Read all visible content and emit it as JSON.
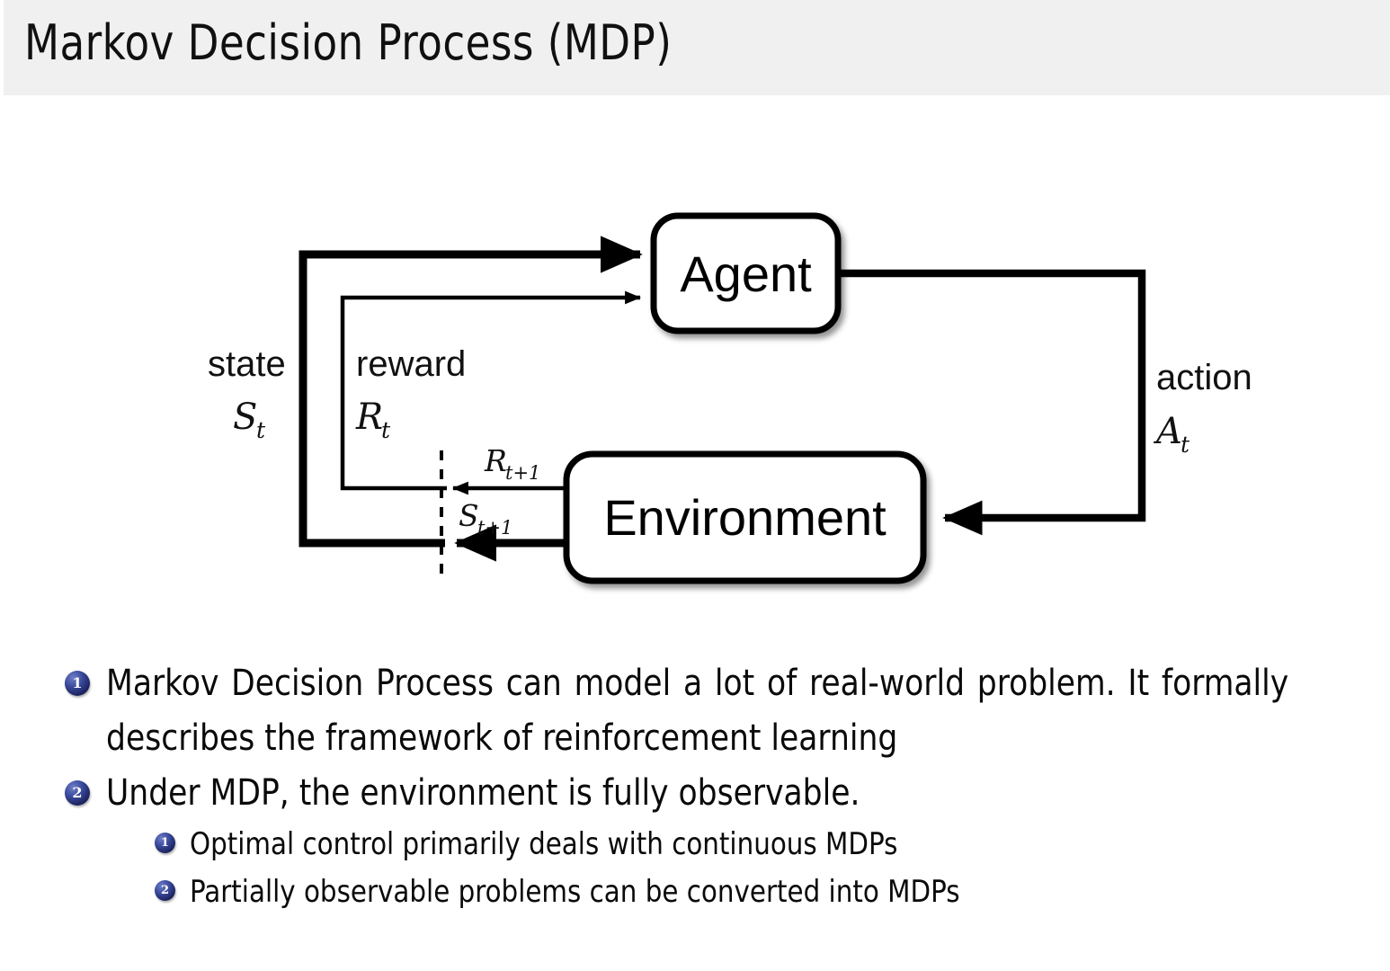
{
  "slide": {
    "title": "Markov Decision Process (MDP)",
    "header_bg": "#f0f0f0",
    "body_bg": "#ffffff",
    "text_color": "#0a0a0a"
  },
  "diagram": {
    "name": "agent-environment-interaction-loop",
    "nodes": [
      {
        "id": "agent",
        "label": "Agent"
      },
      {
        "id": "environment",
        "label": "Environment"
      }
    ],
    "edges": [
      {
        "id": "state",
        "word": "state",
        "symbol": "S",
        "subscript": "t",
        "from": "environment",
        "to": "agent"
      },
      {
        "id": "reward",
        "word": "reward",
        "symbol": "R",
        "subscript": "t",
        "from": "environment",
        "to": "agent"
      },
      {
        "id": "action",
        "word": "action",
        "symbol": "A",
        "subscript": "t",
        "from": "agent",
        "to": "environment"
      },
      {
        "id": "next-reward",
        "symbol": "R",
        "subscript": "t+1",
        "from": "environment",
        "to": "time-boundary"
      },
      {
        "id": "next-state",
        "symbol": "S",
        "subscript": "t+1",
        "from": "environment",
        "to": "time-boundary"
      }
    ],
    "time_boundary": "dashed-vertical-line",
    "stroke_color": "#000000",
    "fill_color": "#ffffff"
  },
  "bullets": [
    {
      "level": 1,
      "number": "1",
      "text": "Markov Decision Process can model a lot of real-world problem. It formally describes the framework of reinforcement learning"
    },
    {
      "level": 1,
      "number": "2",
      "text": "Under MDP, the environment is fully observable."
    },
    {
      "level": 2,
      "number": "1",
      "text": "Optimal control primarily deals with continuous MDPs"
    },
    {
      "level": 2,
      "number": "2",
      "text": "Partially observable problems can be converted into MDPs"
    }
  ]
}
